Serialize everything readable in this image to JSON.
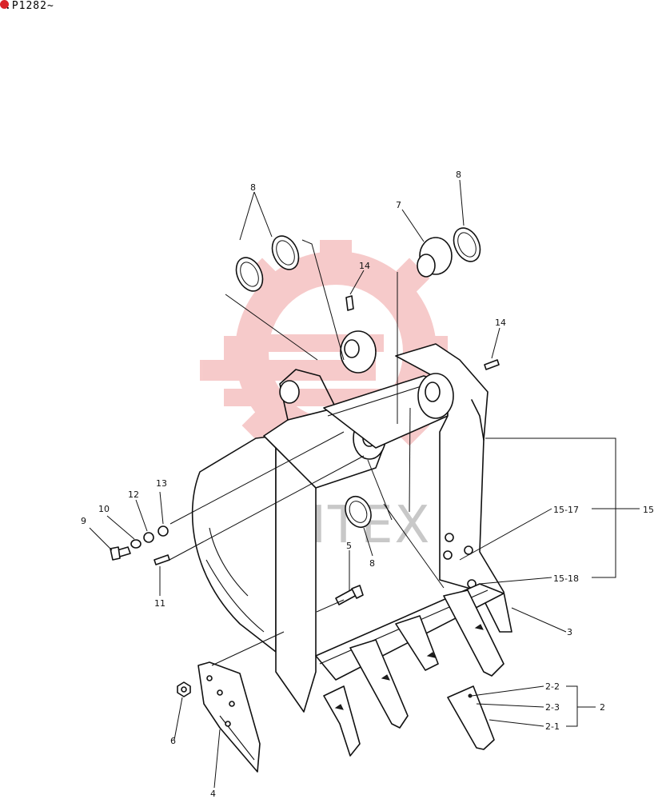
{
  "header": {
    "serial_label": ".P1282~",
    "badge_color": "#d9252a"
  },
  "watermark": {
    "text": "ИНТЕХ",
    "icon": "gear-logo-icon",
    "color": "#f2b8b8"
  },
  "callouts": {
    "c8a": "8",
    "c8b": "8",
    "c8c": "8",
    "c7": "7",
    "c14a": "14",
    "c14b": "14",
    "c13": "13",
    "c12": "12",
    "c10": "10",
    "c9": "9",
    "c11": "11",
    "c5": "5",
    "c15_17": "15-17",
    "c15": "15",
    "c15_18": "15-18",
    "c3": "3",
    "c2_2": "2-2",
    "c2_3": "2-3",
    "c2": "2",
    "c2_1": "2-1",
    "c6": "6",
    "c4": "4"
  }
}
